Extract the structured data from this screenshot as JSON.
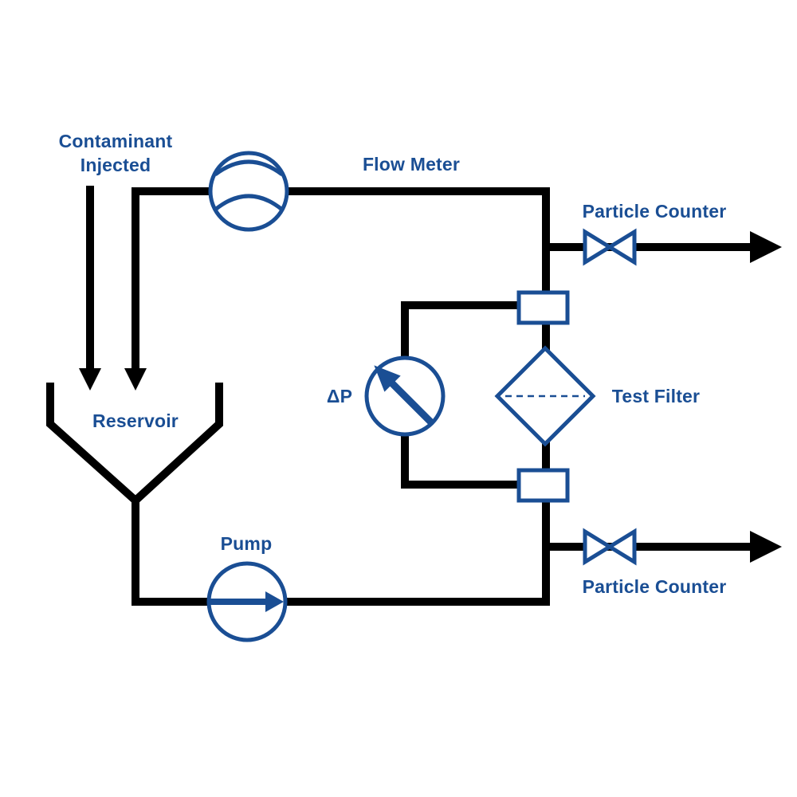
{
  "colors": {
    "pipe": "#000000",
    "component": "#1a4e94",
    "label": "#1a4e94",
    "background": "#ffffff"
  },
  "labels": {
    "contaminant_line1": "Contaminant",
    "contaminant_line2": "Injected",
    "flow_meter": "Flow Meter",
    "particle_counter_top": "Particle Counter",
    "particle_counter_bottom": "Particle Counter",
    "reservoir": "Reservoir",
    "delta_p": "ΔP",
    "test_filter": "Test Filter",
    "pump": "Pump"
  },
  "icons": [
    "flow-meter-icon",
    "valve-icon",
    "pressure-gauge-icon",
    "filter-icon",
    "pump-icon",
    "reservoir-icon",
    "flow-arrow-icon"
  ]
}
